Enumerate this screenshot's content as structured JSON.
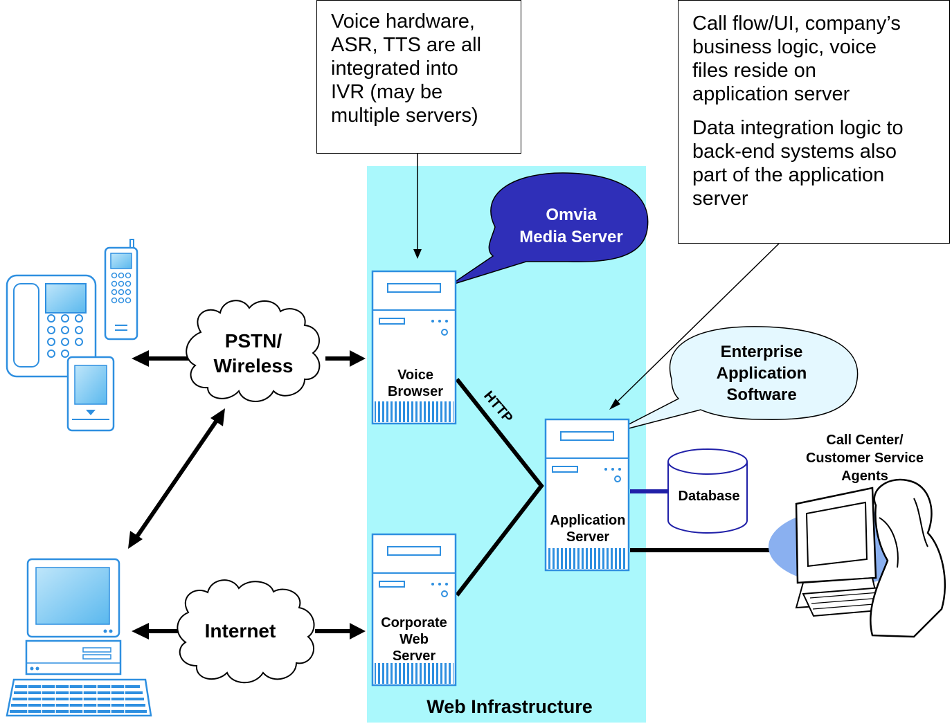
{
  "callouts": {
    "ivr": [
      "Voice hardware,",
      "ASR, TTS are all",
      "integrated into",
      "IVR (may be",
      "multiple servers)"
    ],
    "app_server": {
      "para1": [
        "Call flow/UI, company’s",
        "business logic, voice",
        "files reside on",
        "application server"
      ],
      "para2": [
        "Data integration logic to",
        "back-end systems also",
        "part of the application",
        "server"
      ]
    }
  },
  "bubbles": {
    "media_server": [
      "Omvia",
      "Media Server"
    ],
    "enterprise": [
      "Enterprise",
      "Application",
      "Software"
    ]
  },
  "clouds": {
    "pstn": [
      "PSTN/",
      "Wireless"
    ],
    "internet": "Internet"
  },
  "servers": {
    "voice_browser": [
      "Voice",
      "Browser"
    ],
    "corporate_web": [
      "Corporate",
      "Web",
      "Server"
    ],
    "application": [
      "Application",
      "Server"
    ]
  },
  "labels": {
    "http": "HTTP",
    "database": "Database",
    "agents": [
      "Call Center/",
      "Customer Service",
      "Agents"
    ],
    "web_infrastructure": "Web Infrastructure"
  },
  "colors": {
    "web_infra_bg": "#aaf8fc",
    "media_bubble": "#2f2fb8",
    "enterprise_bubble": "#e4f8ff",
    "device_blue": "#2e8fe0",
    "screen_light": "#9ad6f4",
    "agent_blob": "#8ab0f0"
  }
}
